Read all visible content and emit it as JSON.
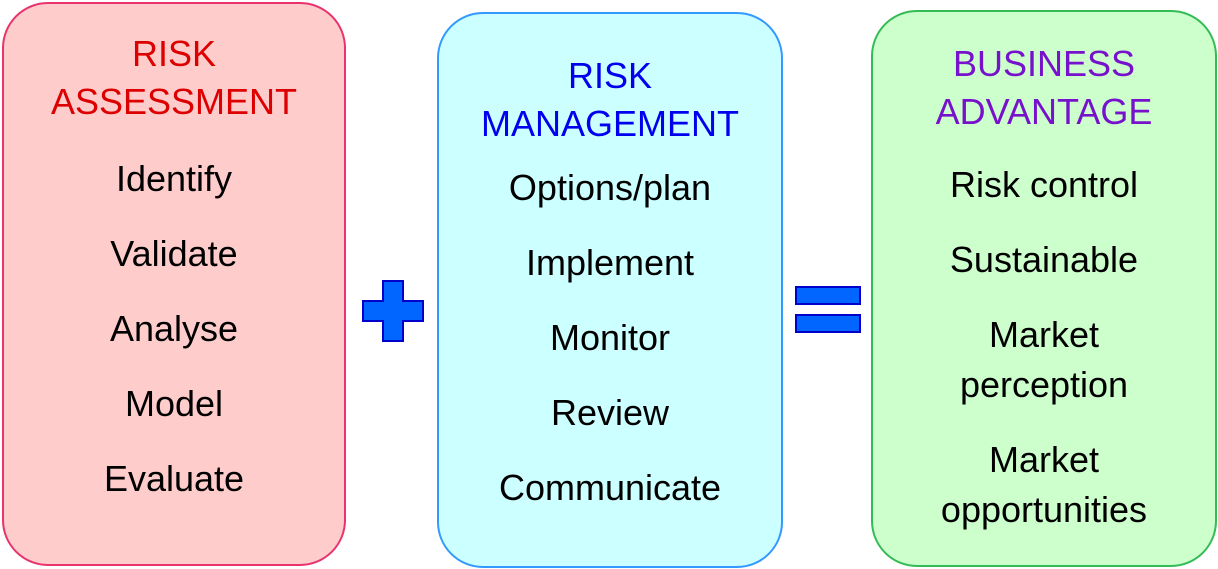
{
  "colors": {
    "assessment_fill": "#ffcccc",
    "assessment_border": "#e8336c",
    "assessment_heading": "#dd0000",
    "management_fill": "#ccffff",
    "management_border": "#3399ff",
    "management_heading": "#0000ee",
    "advantage_fill": "#ccffcc",
    "advantage_border": "#33bb55",
    "advantage_heading": "#7711cc",
    "operator_fill": "#0066ff",
    "operator_border": "#0000cc"
  },
  "assessment": {
    "heading_line1": "RISK",
    "heading_line2": "ASSESSMENT",
    "items": [
      "Identify",
      "Validate",
      "Analyse",
      "Model",
      "Evaluate"
    ]
  },
  "operators": {
    "plus_icon": "plus-icon",
    "equals_icon": "equals-icon"
  },
  "management": {
    "heading_line1": "RISK",
    "heading_line2": "MANAGEMENT",
    "items": [
      "Options/plan",
      "Implement",
      "Monitor",
      "Review",
      "Communicate"
    ]
  },
  "advantage": {
    "heading_line1": "BUSINESS",
    "heading_line2": "ADVANTAGE",
    "items": [
      {
        "line1": "Risk control"
      },
      {
        "line1": "Sustainable"
      },
      {
        "line1": "Market",
        "line2": "perception"
      },
      {
        "line1": "Market",
        "line2": "opportunities"
      }
    ]
  }
}
